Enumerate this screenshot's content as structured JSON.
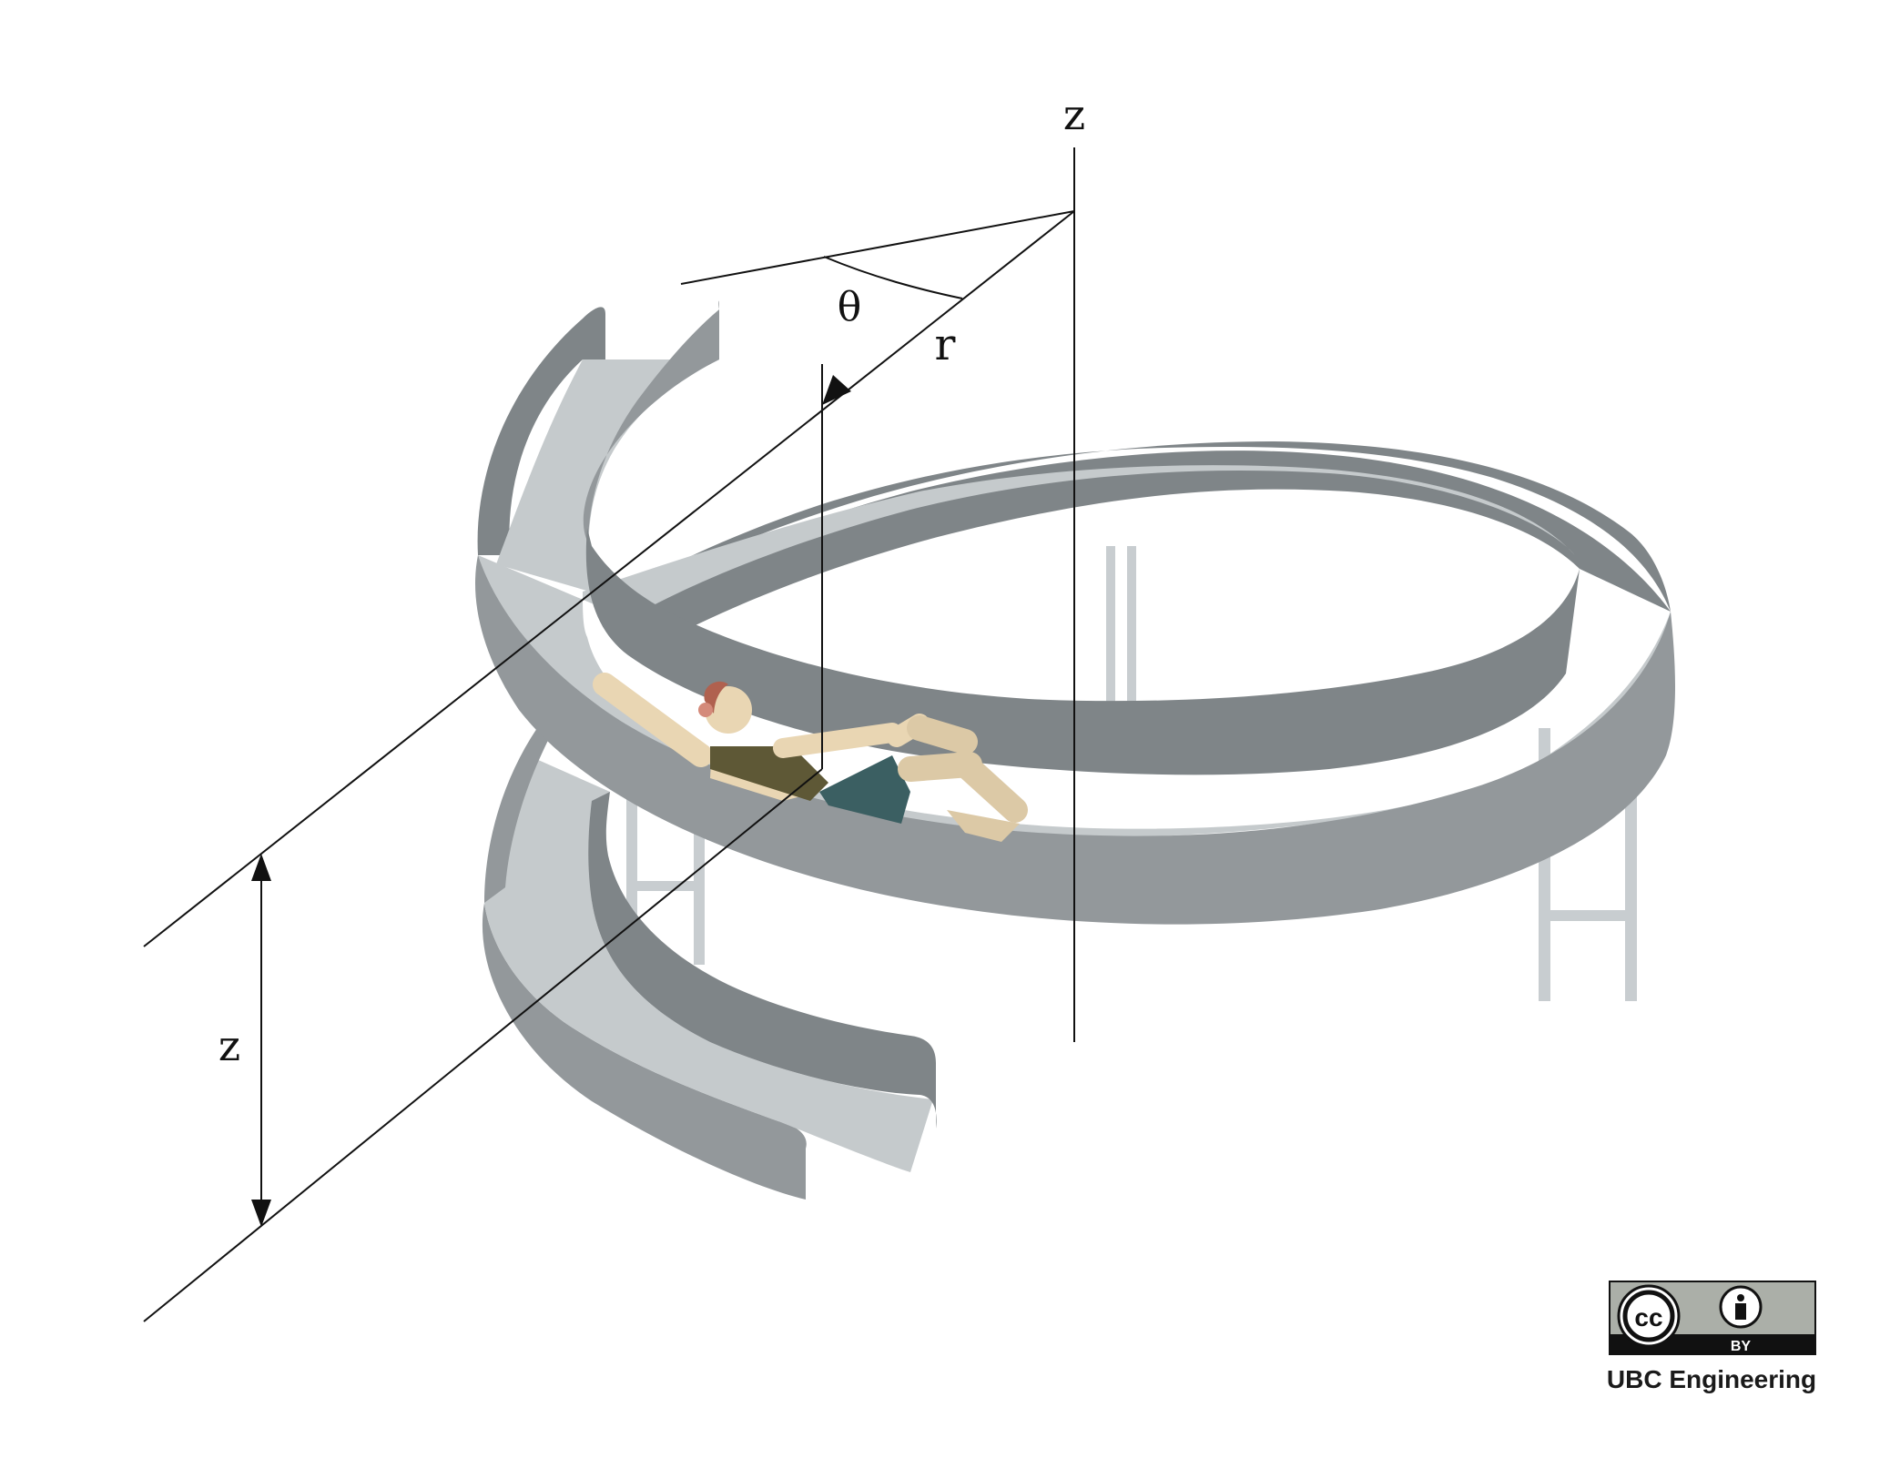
{
  "labels": {
    "z_axis": "z",
    "angle": "θ",
    "radius": "r",
    "height": "z"
  },
  "license": {
    "badge_cc": "cc",
    "badge_by": "BY",
    "credit": "UBC Engineering"
  },
  "colors": {
    "wall_dark": "#7f8588",
    "wall_mid": "#93989b",
    "surface": "#c5cacc",
    "support": "#c8cdd0",
    "line": "#111111",
    "skin": "#e9d6b3",
    "shirt": "#5e5836",
    "shorts": "#3b5f62",
    "hair": "#b0614f"
  },
  "icons": [
    "creative-commons-icon",
    "attribution-person-icon",
    "slide-rider-figure"
  ]
}
